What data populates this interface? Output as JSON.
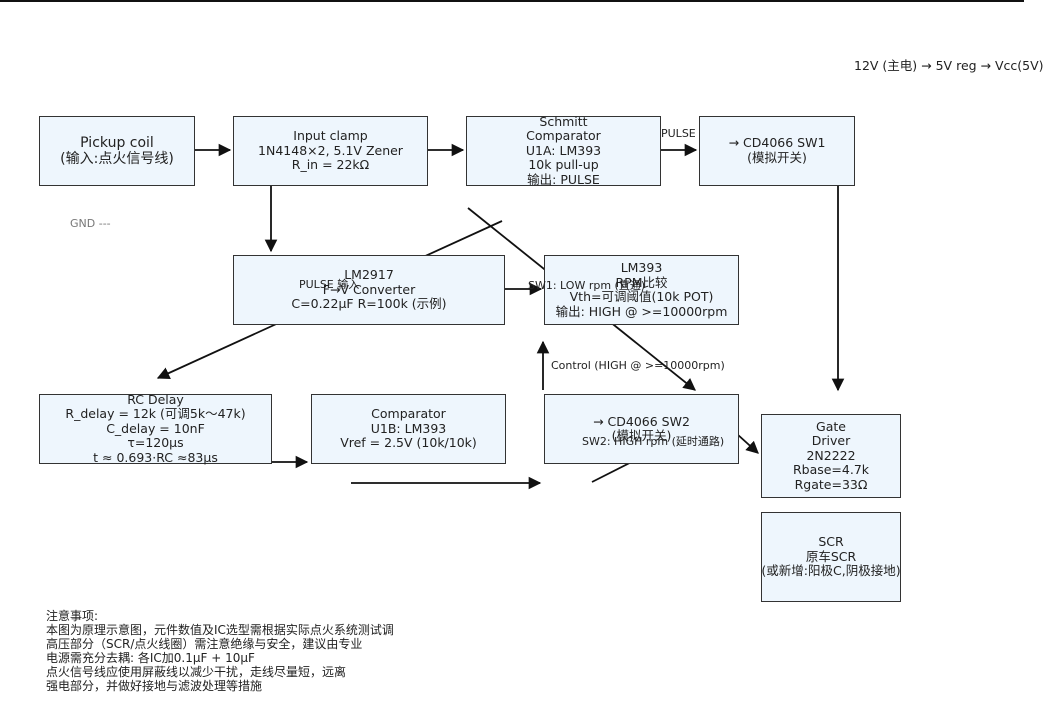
{
  "power_label": "12V (主电) → 5V reg → Vcc(5V)",
  "gnd_label": "GND ---",
  "blocks": {
    "pickup": [
      "Pickup coil",
      "(输入:点火信号线)"
    ],
    "clamp": [
      "Input clamp",
      "1N4148×2, 5.1V Zener",
      "R_in = 22kΩ"
    ],
    "schmitt": [
      "Schmitt",
      "Comparator",
      "U1A: LM393",
      "10k pull-up",
      "输出: PULSE"
    ],
    "sw1": [
      "→ CD4066 SW1",
      "(模拟开关)"
    ],
    "lm2917": [
      "LM2917",
      "F→V Converter",
      "C=0.22µF R=100k (示例)"
    ],
    "lm393": [
      "LM393",
      "RPM比较",
      "Vth=可调阈值(10k POT)",
      "输出: HIGH @ >=10000rpm"
    ],
    "rc": [
      "RC Delay",
      "R_delay = 12k (可调5k～47k)",
      "C_delay = 10nF",
      "τ=120µs",
      "t ≈ 0.693·RC ≈83µs"
    ],
    "u1b": [
      "Comparator",
      "U1B: LM393",
      "Vref = 2.5V (10k/10k)"
    ],
    "sw2": [
      "→ CD4066 SW2",
      "(模拟开关)"
    ],
    "gate": [
      "Gate",
      "Driver",
      "2N2222",
      "Rbase=4.7k",
      "Rgate=33Ω"
    ],
    "scr": [
      "SCR",
      "原车SCR",
      "(或新增:阳极C,阴极接地)"
    ]
  },
  "edge_labels": {
    "pulse_out": "PULSE",
    "pulse_in": "PULSE 输入",
    "sw1_low": "SW1: LOW rpm (直通)",
    "control": "Control (HIGH @ >=10000rpm)",
    "sw2_high": "SW2: HIGH rpm (延时通路)"
  },
  "notes": [
    "注意事项:",
    "本图为原理示意图，元件数值及IC选型需根据实际点火系统测试调",
    "高压部分（SCR/点火线圈）需注意绝缘与安全，建议由专业",
    "电源需充分去耦: 各IC加0.1µF + 10µF",
    "点火信号线应使用屏蔽线以减少干扰，走线尽量短，远离",
    "强电部分，并做好接地与滤波处理等措施"
  ]
}
